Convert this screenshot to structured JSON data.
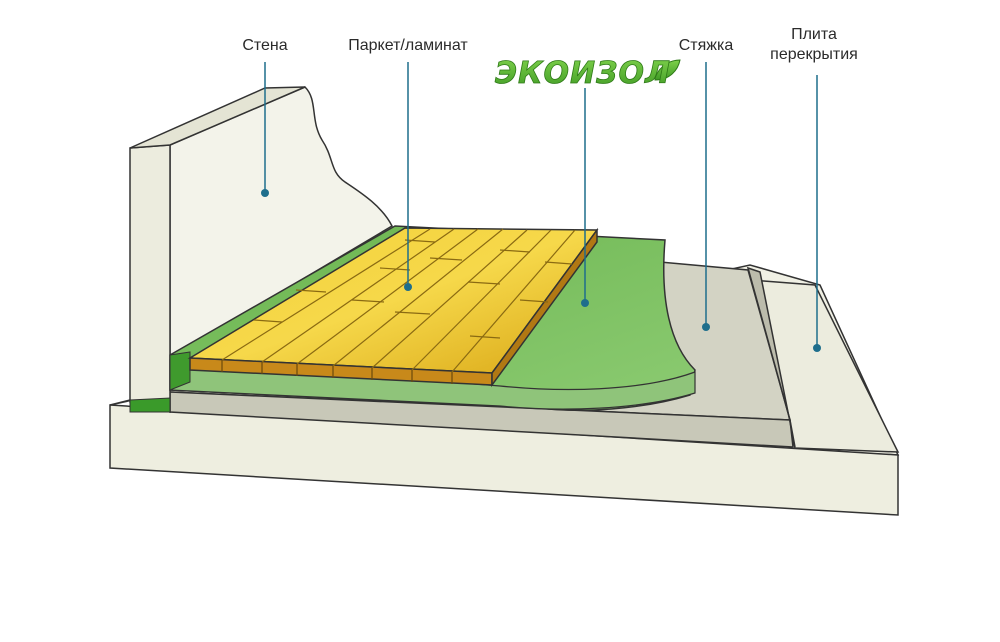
{
  "labels": {
    "wall": "Стена",
    "parquet": "Паркет/ламинат",
    "screed": "Стяжка",
    "slab_line1": "Плита",
    "slab_line2": "перекрытия"
  },
  "logo": {
    "text": "ЭКОИЗОЛ"
  },
  "colors": {
    "leader": "#1e6e8c",
    "underlay_green": "#7cc063",
    "logo_green": "#5bb032",
    "parquet_yellow": "#e8b920",
    "wall_cream": "#f2f2e6",
    "screed_grey": "#cfcfc0"
  }
}
